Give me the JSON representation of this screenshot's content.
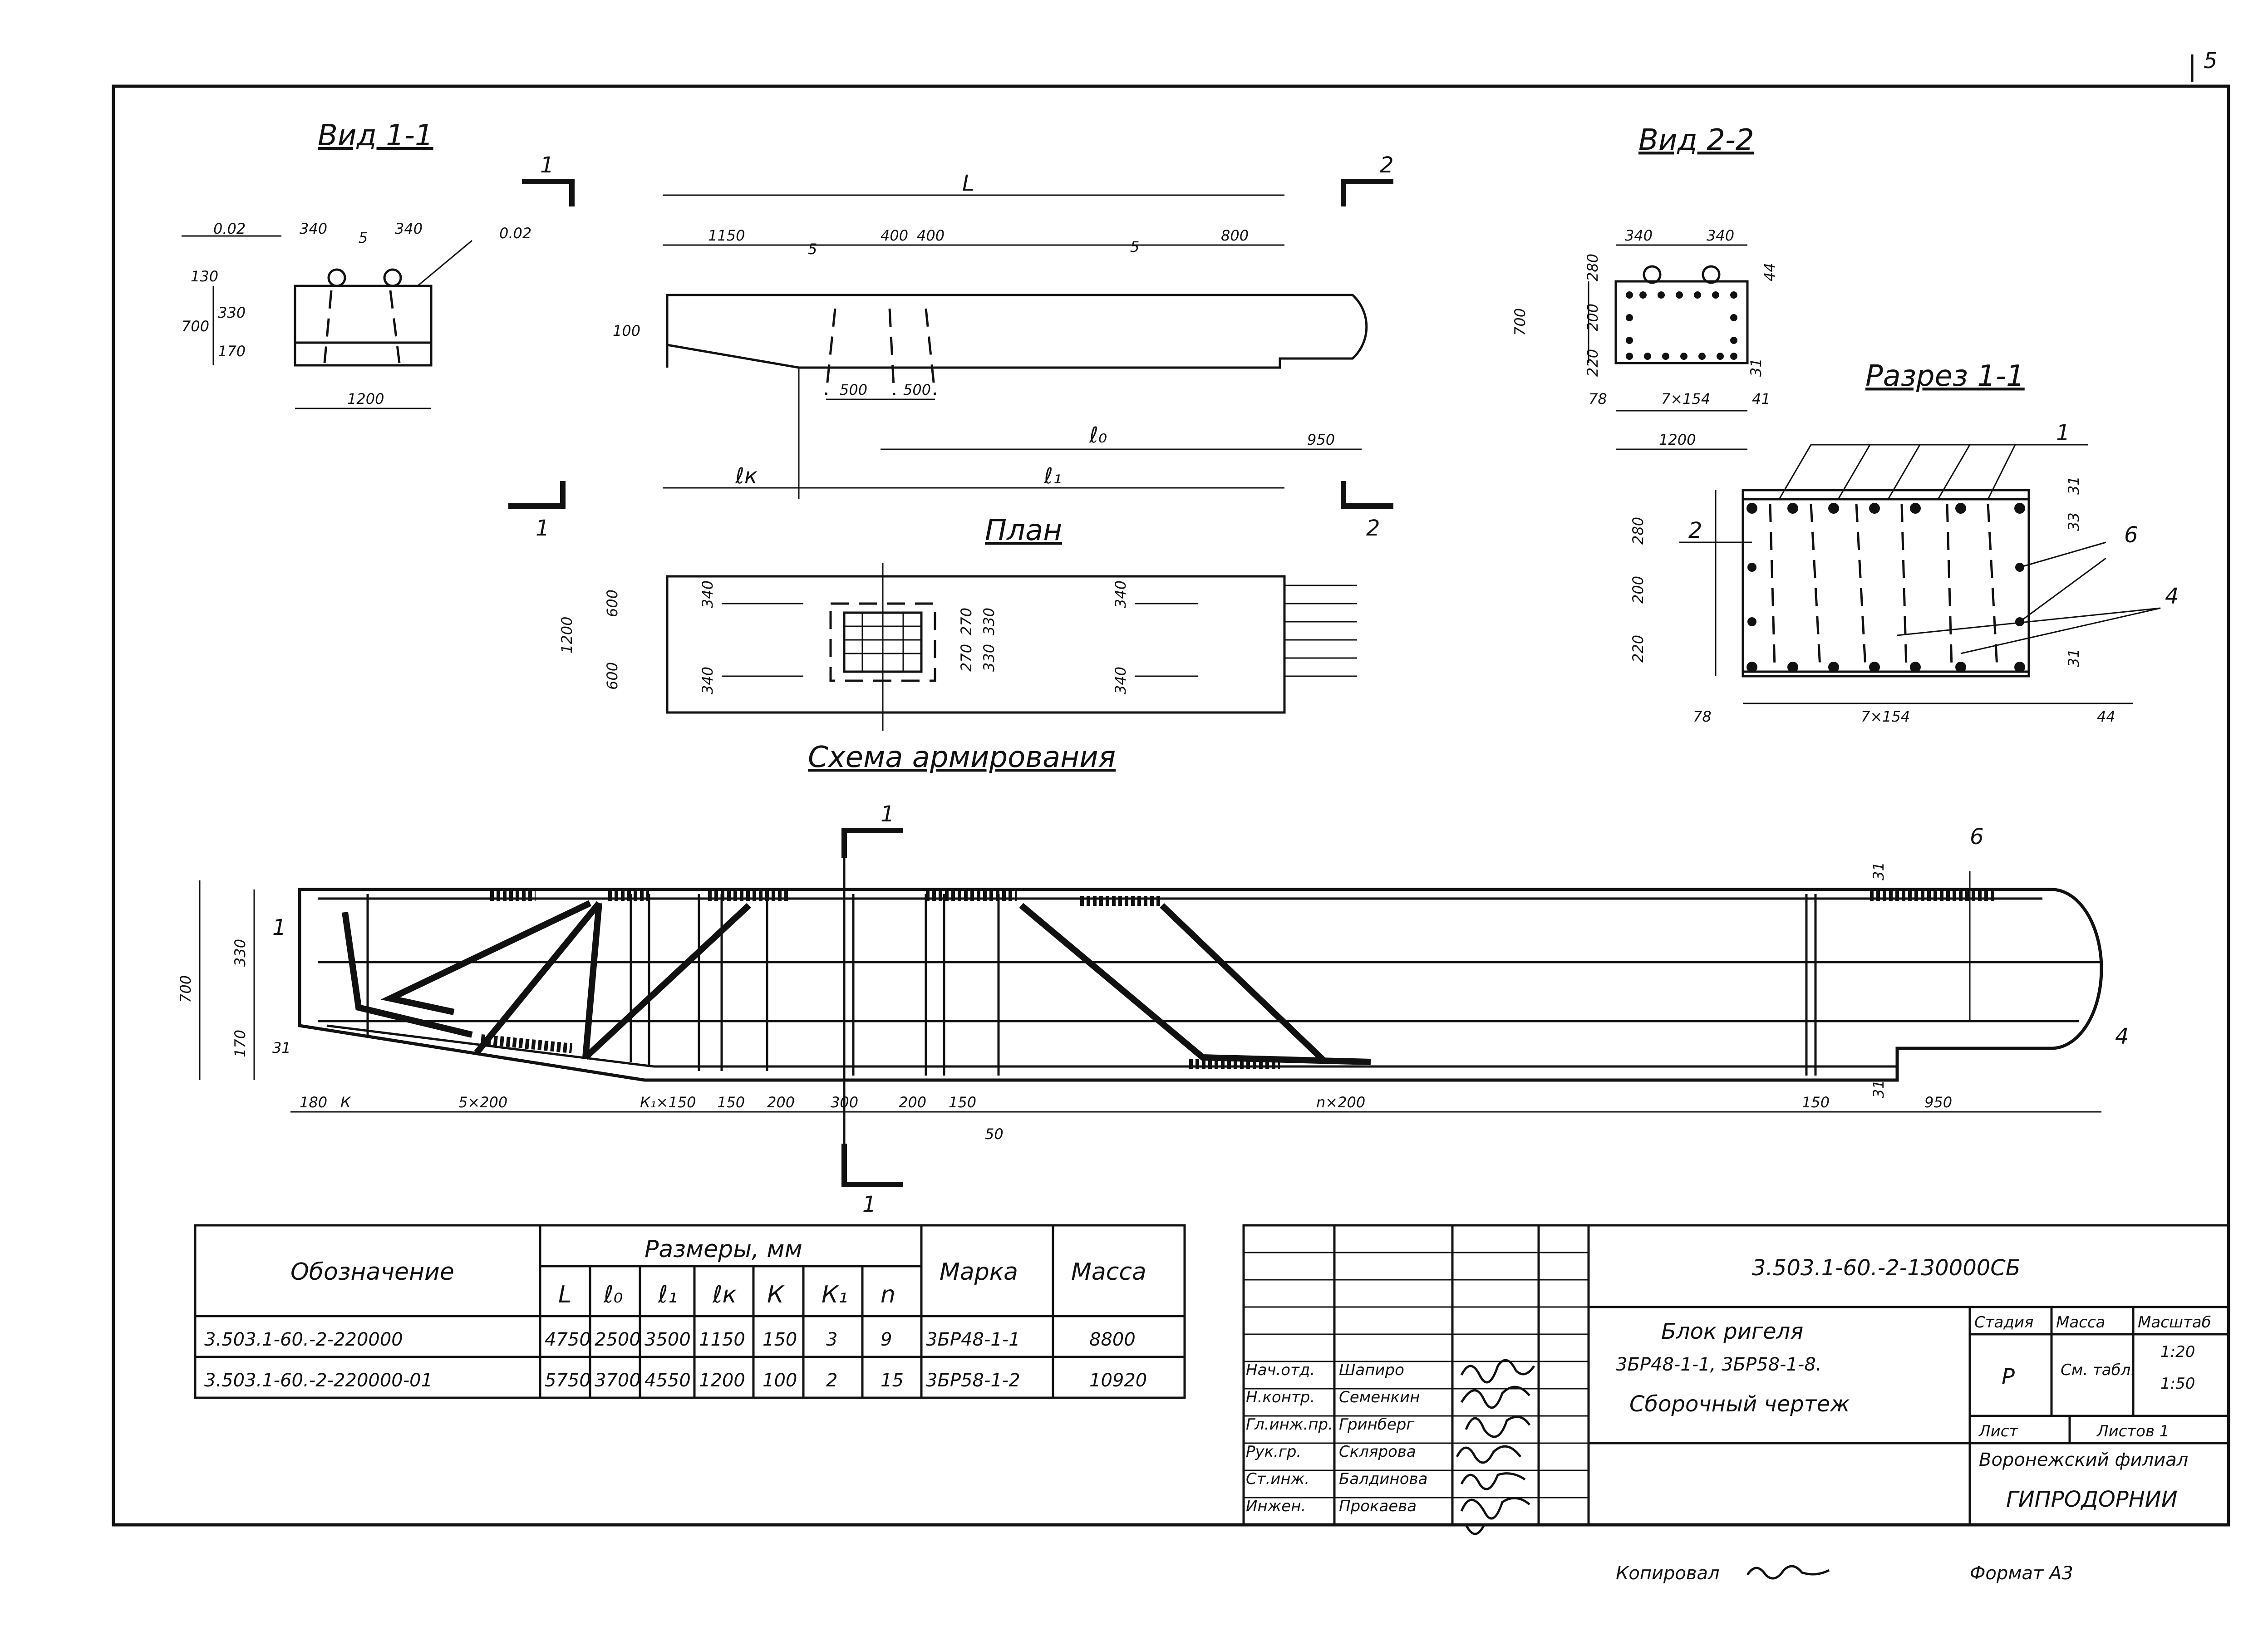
{
  "page_number": "5",
  "views": {
    "view_1_1": {
      "title": "Вид 1-1",
      "dims": [
        "0.02",
        "340",
        "340",
        "0.02",
        "5",
        "130",
        "700",
        "330",
        "170",
        "1200"
      ]
    },
    "elevation": {
      "section_marks": [
        "1",
        "1",
        "2",
        "2"
      ],
      "dims": [
        "L",
        "1150",
        "5",
        "400",
        "400",
        "5",
        "800",
        "100",
        "500",
        "500",
        "ℓ₀",
        "950",
        "ℓк",
        "ℓ₁"
      ]
    },
    "view_2_2": {
      "title": "Вид 2-2",
      "dims": [
        "340",
        "340",
        "280",
        "200",
        "220",
        "700",
        "44",
        "78",
        "7×154",
        "41",
        "31",
        "1200"
      ]
    },
    "section_1_1": {
      "title": "Разрез 1-1",
      "dims": [
        "280",
        "200",
        "220",
        "78",
        "7×154",
        "44",
        "1",
        "2",
        "6",
        "4",
        "31",
        "33",
        "31"
      ]
    },
    "plan": {
      "title": "План",
      "dims": [
        "1200",
        "600",
        "600",
        "340",
        "340",
        "270",
        "270",
        "330",
        "330",
        "340",
        "340"
      ]
    },
    "reinforcement": {
      "title": "Схема армирования",
      "section_marks": [
        "1",
        "1"
      ],
      "dims": [
        "1",
        "330",
        "700",
        "170",
        "31",
        "6",
        "4",
        "31",
        "31",
        "180",
        "К",
        "5×200",
        "К₁×150",
        "150",
        "200",
        "300",
        "200",
        "150",
        "50",
        "n×200",
        "150",
        "950"
      ]
    }
  },
  "table": {
    "headers": {
      "designation": "Обозначение",
      "sizes": "Размеры, мм",
      "mark": "Марка",
      "mass": "Масса"
    },
    "size_columns": [
      "L",
      "ℓ₀",
      "ℓ₁",
      "ℓк",
      "К",
      "К₁",
      "n"
    ],
    "rows": [
      {
        "designation": "3.503.1-60.-2-220000",
        "L": "4750",
        "l0": "2500",
        "l1": "3500",
        "lk": "1150",
        "K": "150",
        "K1": "3",
        "n": "9",
        "mark": "3БР48-1-1",
        "mass": "8800"
      },
      {
        "designation": "3.503.1-60.-2-220000-01",
        "L": "5750",
        "l0": "3700",
        "l1": "4550",
        "lk": "1200",
        "K": "100",
        "K1": "2",
        "n": "15",
        "mark": "3БР58-1-2",
        "mass": "10920"
      }
    ]
  },
  "title_block": {
    "doc_code": "3.503.1-60.-2-130000СБ",
    "name_line1": "Блок ригеля",
    "name_line2": "3БР48-1-1, 3БР58-1-8.",
    "name_line3": "Сборочный чертеж",
    "stage_label": "Стадия",
    "mass_label": "Масса",
    "scale_label": "Масштаб",
    "stage_value": "Р",
    "mass_value": "См. табл.",
    "scale_values": [
      "1:20",
      "1:50"
    ],
    "sheet_label": "Лист",
    "sheets_label": "Листов 1",
    "org_line1": "Воронежский филиал",
    "org_line2": "ГИПРОДОРНИИ",
    "staff": [
      {
        "role": "Нач.отд.",
        "name": "Шапиро"
      },
      {
        "role": "Н.контр.",
        "name": "Семенкин"
      },
      {
        "role": "Гл.инж.пр.",
        "name": "Гринберг"
      },
      {
        "role": "Рук.гр.",
        "name": "Склярова"
      },
      {
        "role": "Ст.инж.",
        "name": "Балдинова"
      },
      {
        "role": "Инжен.",
        "name": "Прокаева"
      }
    ]
  },
  "footer": {
    "copied": "Копировал",
    "format": "Формат А3"
  }
}
